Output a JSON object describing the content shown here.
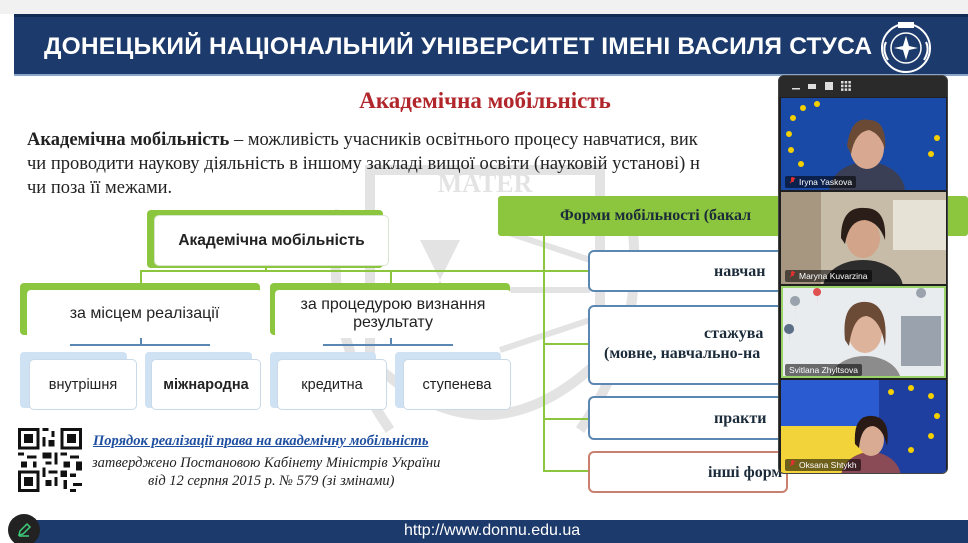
{
  "header": {
    "title": "ДОНЕЦЬКИЙ НАЦІОНАЛЬНИЙ УНІВЕРСИТЕТ ІМЕНІ ВАСИЛЯ СТУСА",
    "emblem_icon": "university-emblem-icon"
  },
  "watermark_text": "MATER",
  "slide": {
    "title": "Академічна мобільність",
    "definition_term": "Академічна мобільність",
    "definition_rest": " – можливість учасників освітнього процесу навчатися, вик",
    "definition_line2": "чи проводити наукову діяльність в іншому закладі вищої освіти (науковій установі) н",
    "definition_line3": "чи поза її межами."
  },
  "tree": {
    "root": "Академічна мобільність",
    "by_place": "за місцем реалізації",
    "by_procedure": "за процедурою визнання результату",
    "internal": "внутрішня",
    "international": "міжнародна",
    "credit": "кредитна",
    "degree": "ступенева"
  },
  "forms": {
    "header": "Форми мобільності (бакал",
    "item1": "навчан",
    "item2a": "стажува",
    "item2b": "(мовне, навчально-на",
    "item3": "практи",
    "item4": "інші форм"
  },
  "law": {
    "link": "Порядок реалізації права на академічну мобільність",
    "line2": "затверджено Постановою Кабінету Міністрів України",
    "line3": "від 12 серпня 2015 р. № 579 (зі змінами)"
  },
  "footer": {
    "url": "http://www.donnu.edu.ua"
  },
  "video_call": {
    "toolbar_icons": [
      "minimize-icon",
      "strip-view-icon",
      "single-view-icon",
      "grid-view-icon"
    ],
    "participants": [
      {
        "name": "Iryna Yaskova",
        "background": "eu-flag",
        "muted": true
      },
      {
        "name": "Maryna Kuvarzina",
        "background": "room",
        "muted": true
      },
      {
        "name": "Svitlana Zhyltsova",
        "background": "map",
        "muted": false,
        "active_speaker": true
      },
      {
        "name": "Oksana Shtykh",
        "background": "ukraine-eu-flags",
        "muted": true
      }
    ],
    "active_border_color": "#9ad36a",
    "muted_mic_color": "#e03030"
  },
  "colors": {
    "header_bg": "#1c3a6b",
    "title_red": "#b0262b",
    "accent_green": "#8cc63f",
    "link_blue": "#1f4fa0"
  }
}
